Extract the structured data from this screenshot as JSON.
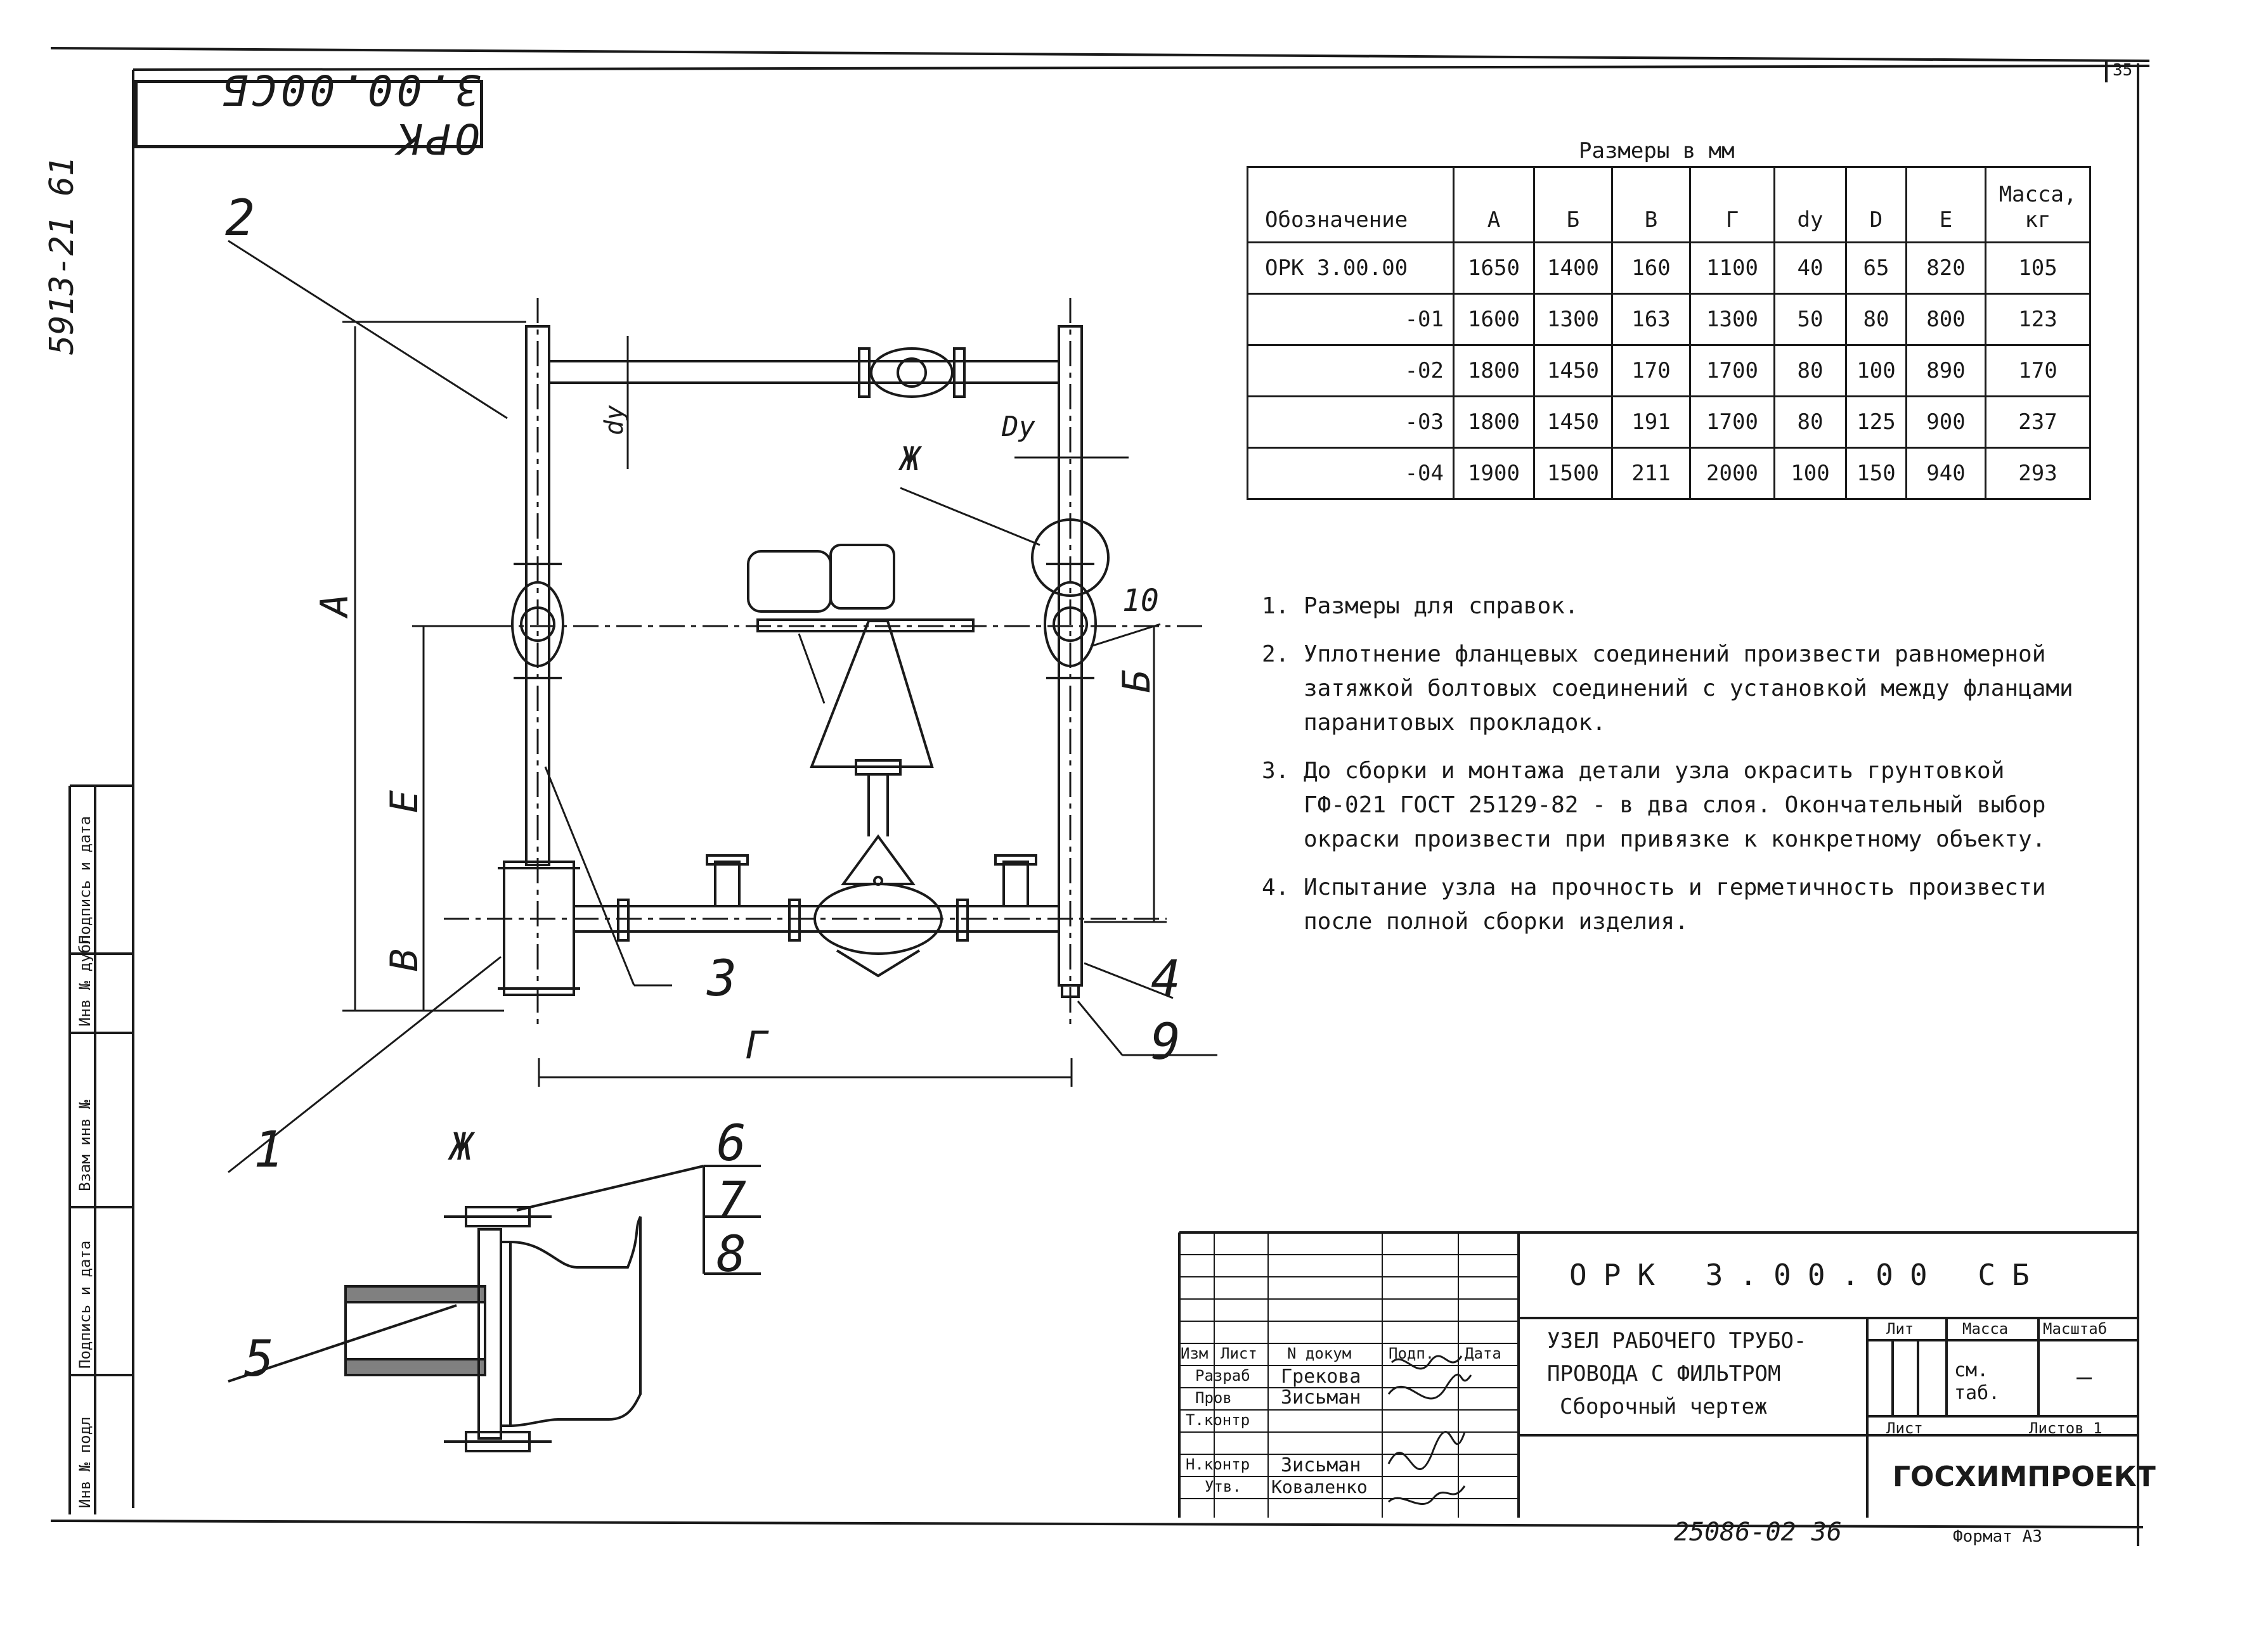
{
  "stamp_code": "ОРК 3.00.00СБ",
  "side_number": "5913-21 61",
  "page_number": "35",
  "leaders": [
    "1",
    "2",
    "3",
    "4",
    "5",
    "6",
    "7",
    "8",
    "9",
    "10"
  ],
  "detail_letter": "Ж",
  "dims": {
    "A": "A",
    "B": "Б",
    "V": "В",
    "G": "Г",
    "E": "Е",
    "Dy": "Dy",
    "dy": "dy"
  },
  "table": {
    "caption": "Размеры в мм",
    "headers": [
      "Обозначение",
      "А",
      "Б",
      "В",
      "Г",
      "dу",
      "D",
      "Е",
      "Масса, кг"
    ],
    "rows": [
      [
        "ОРК 3.00.00",
        "1650",
        "1400",
        "160",
        "1100",
        "40",
        "65",
        "820",
        "105"
      ],
      [
        "-01",
        "1600",
        "1300",
        "163",
        "1300",
        "50",
        "80",
        "800",
        "123"
      ],
      [
        "-02",
        "1800",
        "1450",
        "170",
        "1700",
        "80",
        "100",
        "890",
        "170"
      ],
      [
        "-03",
        "1800",
        "1450",
        "191",
        "1700",
        "80",
        "125",
        "900",
        "237"
      ],
      [
        "-04",
        "1900",
        "1500",
        "211",
        "2000",
        "100",
        "150",
        "940",
        "293"
      ]
    ]
  },
  "notes": [
    {
      "n": "1.",
      "text": "Размеры для справок."
    },
    {
      "n": "2.",
      "text": "Уплотнение фланцевых соединений произвести равномерной затяжкой болтовых соединений с установкой между фланцами паранитовых прокладок."
    },
    {
      "n": "3.",
      "text": "До сборки и монтажа детали узла окрасить грунтовкой ГФ-021 ГОСТ 25129-82 - в два слоя. Окончательный выбор окраски произвести при привязке к конкретному объекту."
    },
    {
      "n": "4.",
      "text": "Испытание узла на прочность и герметичность произвести после полной сборки изделия."
    }
  ],
  "title_block": {
    "doc_code": "ОРК 3.00.00 СБ",
    "title_lines": [
      "УЗЕЛ РАБОЧЕГО ТРУБО-",
      "ПРОВОДА С ФИЛЬТРОМ",
      "Сборочный чертеж"
    ],
    "lit_label": "Лит",
    "mass_label": "Масса",
    "scale_label": "Масштаб",
    "mass_value": "см. таб.",
    "scale_value": "—",
    "sheet_label": "Лист",
    "sheets_label": "Листов 1",
    "org": "ГОСХИМПРОЕКТ",
    "col_heads": [
      "Изм",
      "Лист",
      "N докум",
      "Подп.",
      "Дата"
    ],
    "roles": [
      "Разраб",
      "Пров",
      "Т.контр",
      "",
      "Н.контр",
      "Утв."
    ],
    "names": [
      "Грекова",
      "Зисьман",
      "",
      "",
      "Зисьман",
      "Коваленко"
    ],
    "archive": "25086-02 36",
    "format": "Формат А3"
  },
  "side_strip": [
    "Подпись и дата",
    "Инв № дубл",
    "Взам инв №",
    "Подпись и дата",
    "Инв № подл"
  ]
}
